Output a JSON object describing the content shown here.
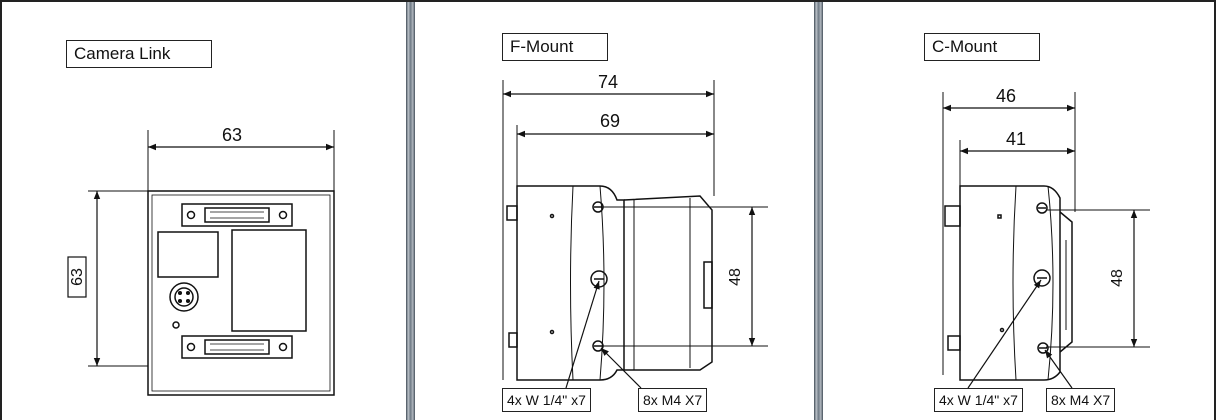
{
  "panels": {
    "camera_link": {
      "title": "Camera Link",
      "width_dim": "63",
      "height_dim": "63"
    },
    "f_mount": {
      "title": "F-Mount",
      "dim_outer": "74",
      "dim_inner": "69",
      "dim_height": "48",
      "label_thread": "4x W 1/4\" x7",
      "label_screw": "8x M4 X7"
    },
    "c_mount": {
      "title": "C-Mount",
      "dim_outer": "46",
      "dim_inner": "41",
      "dim_height": "48",
      "label_thread": "4x W 1/4\" x7",
      "label_screw": "8x M4 X7"
    }
  }
}
